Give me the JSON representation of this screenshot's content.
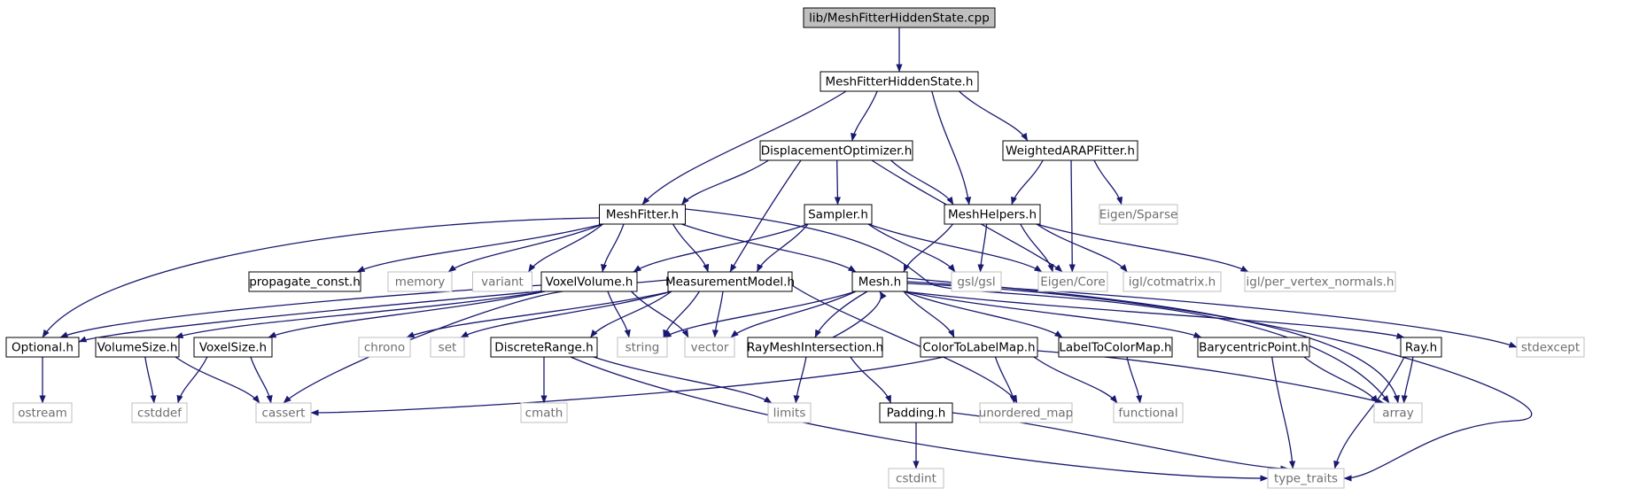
{
  "diagram": {
    "type": "include-dependency-graph",
    "colors": {
      "edge": "#191970",
      "root_fill": "#bfbfbf",
      "node_border": "#000000",
      "external_border": "#bfbfbf",
      "text": "#000000",
      "external_text": "#6e6e6e"
    },
    "nodes": [
      {
        "id": "root",
        "label": "lib/MeshFitterHiddenState.cpp",
        "kind": "root"
      },
      {
        "id": "mfhs",
        "label": "MeshFitterHiddenState.h",
        "kind": "local"
      },
      {
        "id": "dopt",
        "label": "DisplacementOptimizer.h",
        "kind": "local"
      },
      {
        "id": "warap",
        "label": "WeightedARAPFitter.h",
        "kind": "local"
      },
      {
        "id": "mf",
        "label": "MeshFitter.h",
        "kind": "local"
      },
      {
        "id": "samp",
        "label": "Sampler.h",
        "kind": "local"
      },
      {
        "id": "mhelp",
        "label": "MeshHelpers.h",
        "kind": "local"
      },
      {
        "id": "esparse",
        "label": "Eigen/Sparse",
        "kind": "external"
      },
      {
        "id": "pconst",
        "label": "propagate_const.h",
        "kind": "local"
      },
      {
        "id": "memory",
        "label": "memory",
        "kind": "external"
      },
      {
        "id": "variant",
        "label": "variant",
        "kind": "external"
      },
      {
        "id": "vvol",
        "label": "VoxelVolume.h",
        "kind": "local"
      },
      {
        "id": "mmodel",
        "label": "MeasurementModel.h",
        "kind": "local"
      },
      {
        "id": "mesh",
        "label": "Mesh.h",
        "kind": "local"
      },
      {
        "id": "gsl",
        "label": "gsl/gsl",
        "kind": "external"
      },
      {
        "id": "ecore",
        "label": "Eigen/Core",
        "kind": "external"
      },
      {
        "id": "cotm",
        "label": "igl/cotmatrix.h",
        "kind": "external"
      },
      {
        "id": "pvn",
        "label": "igl/per_vertex_normals.h",
        "kind": "external"
      },
      {
        "id": "opt",
        "label": "Optional.h",
        "kind": "local"
      },
      {
        "id": "vsize",
        "label": "VolumeSize.h",
        "kind": "local"
      },
      {
        "id": "voxsize",
        "label": "VoxelSize.h",
        "kind": "local"
      },
      {
        "id": "chrono",
        "label": "chrono",
        "kind": "external"
      },
      {
        "id": "set",
        "label": "set",
        "kind": "external"
      },
      {
        "id": "drange",
        "label": "DiscreteRange.h",
        "kind": "local"
      },
      {
        "id": "string",
        "label": "string",
        "kind": "external"
      },
      {
        "id": "vector",
        "label": "vector",
        "kind": "external"
      },
      {
        "id": "rmi",
        "label": "RayMeshIntersection.h",
        "kind": "local"
      },
      {
        "id": "ctlm",
        "label": "ColorToLabelMap.h",
        "kind": "local"
      },
      {
        "id": "ltcm",
        "label": "LabelToColorMap.h",
        "kind": "local"
      },
      {
        "id": "bary",
        "label": "BarycentricPoint.h",
        "kind": "local"
      },
      {
        "id": "ray",
        "label": "Ray.h",
        "kind": "local"
      },
      {
        "id": "stdexc",
        "label": "stdexcept",
        "kind": "external"
      },
      {
        "id": "ostream",
        "label": "ostream",
        "kind": "external"
      },
      {
        "id": "cstddef",
        "label": "cstddef",
        "kind": "external"
      },
      {
        "id": "cassert",
        "label": "cassert",
        "kind": "external"
      },
      {
        "id": "cmath",
        "label": "cmath",
        "kind": "external"
      },
      {
        "id": "limits",
        "label": "limits",
        "kind": "external"
      },
      {
        "id": "pad",
        "label": "Padding.h",
        "kind": "local"
      },
      {
        "id": "umap",
        "label": "unordered_map",
        "kind": "external"
      },
      {
        "id": "func",
        "label": "functional",
        "kind": "external"
      },
      {
        "id": "array",
        "label": "array",
        "kind": "external"
      },
      {
        "id": "cstdint",
        "label": "cstdint",
        "kind": "external"
      },
      {
        "id": "ttraits",
        "label": "type_traits",
        "kind": "external"
      }
    ],
    "edges": [
      [
        "root",
        "mfhs"
      ],
      [
        "mfhs",
        "dopt"
      ],
      [
        "mfhs",
        "warap"
      ],
      [
        "mfhs",
        "mf"
      ],
      [
        "mfhs",
        "mhelp"
      ],
      [
        "dopt",
        "mf"
      ],
      [
        "dopt",
        "samp"
      ],
      [
        "dopt",
        "mhelp"
      ],
      [
        "dopt",
        "mmodel"
      ],
      [
        "dopt",
        "ecore"
      ],
      [
        "warap",
        "mhelp"
      ],
      [
        "warap",
        "esparse"
      ],
      [
        "warap",
        "ecore"
      ],
      [
        "mf",
        "pconst"
      ],
      [
        "mf",
        "memory"
      ],
      [
        "mf",
        "variant"
      ],
      [
        "mf",
        "vvol"
      ],
      [
        "mf",
        "mmodel"
      ],
      [
        "mf",
        "mesh"
      ],
      [
        "mf",
        "opt"
      ],
      [
        "mf",
        "array"
      ],
      [
        "samp",
        "vvol"
      ],
      [
        "samp",
        "mmodel"
      ],
      [
        "samp",
        "gsl"
      ],
      [
        "samp",
        "ecore"
      ],
      [
        "mhelp",
        "mesh"
      ],
      [
        "mhelp",
        "gsl"
      ],
      [
        "mhelp",
        "ecore"
      ],
      [
        "mhelp",
        "cotm"
      ],
      [
        "mhelp",
        "pvn"
      ],
      [
        "vvol",
        "opt"
      ],
      [
        "vvol",
        "vsize"
      ],
      [
        "vvol",
        "voxsize"
      ],
      [
        "vvol",
        "string"
      ],
      [
        "vvol",
        "vector"
      ],
      [
        "vvol",
        "cassert"
      ],
      [
        "mmodel",
        "opt"
      ],
      [
        "mmodel",
        "chrono"
      ],
      [
        "mmodel",
        "set"
      ],
      [
        "mmodel",
        "drange"
      ],
      [
        "mmodel",
        "string"
      ],
      [
        "mmodel",
        "vector"
      ],
      [
        "mmodel",
        "umap"
      ],
      [
        "mesh",
        "string"
      ],
      [
        "mesh",
        "vector"
      ],
      [
        "mesh",
        "rmi"
      ],
      [
        "mesh",
        "ctlm"
      ],
      [
        "mesh",
        "ltcm"
      ],
      [
        "mesh",
        "bary"
      ],
      [
        "mesh",
        "ray"
      ],
      [
        "mesh",
        "stdexc"
      ],
      [
        "mesh",
        "array"
      ],
      [
        "mesh",
        "ttraits"
      ],
      [
        "rmi",
        "mesh"
      ],
      [
        "rmi",
        "limits"
      ],
      [
        "rmi",
        "pad"
      ],
      [
        "opt",
        "ostream"
      ],
      [
        "vsize",
        "cstddef"
      ],
      [
        "vsize",
        "cassert"
      ],
      [
        "voxsize",
        "cstddef"
      ],
      [
        "voxsize",
        "cassert"
      ],
      [
        "drange",
        "cmath"
      ],
      [
        "drange",
        "limits"
      ],
      [
        "drange",
        "ttraits"
      ],
      [
        "ctlm",
        "cassert"
      ],
      [
        "ctlm",
        "umap"
      ],
      [
        "ctlm",
        "func"
      ],
      [
        "ctlm",
        "array"
      ],
      [
        "ltcm",
        "func"
      ],
      [
        "bary",
        "array"
      ],
      [
        "bary",
        "ttraits"
      ],
      [
        "ray",
        "array"
      ],
      [
        "ray",
        "ttraits"
      ],
      [
        "pad",
        "cstdint"
      ],
      [
        "pad",
        "ttraits"
      ]
    ]
  }
}
